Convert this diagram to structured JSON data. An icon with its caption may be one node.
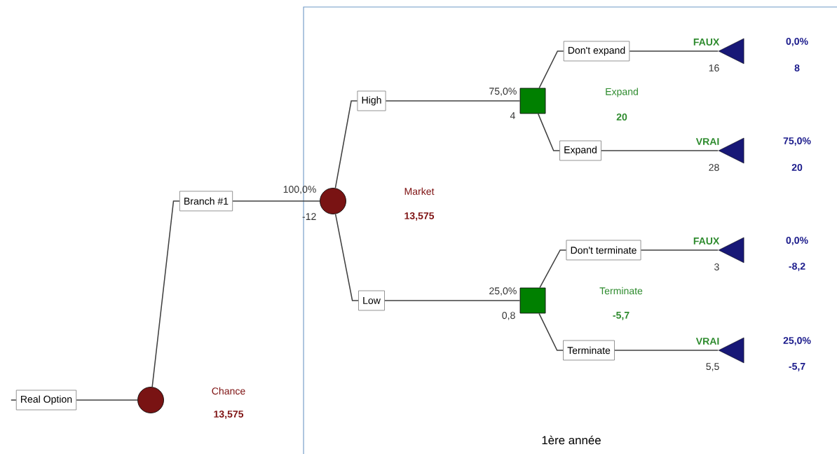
{
  "diagram": {
    "nodes": [
      {
        "text": [
          "Real Option"
        ]
      },
      {
        "text": [],
        "shape": "circle",
        "beside": [
          "Chance",
          "13,575"
        ]
      },
      {
        "text": [
          "Branch #1"
        ]
      },
      {
        "text": [
          "1ère année"
        ]
      },
      {
        "text": [],
        "shape": "circle",
        "beside": [
          "100,0%",
          "-12",
          "Market",
          "13,575"
        ],
        "in": 3
      },
      {
        "text": [
          "High"
        ],
        "in": 3
      },
      {
        "text": [
          "Low"
        ],
        "in": 3
      },
      {
        "text": [],
        "shape": "box",
        "beside": [
          "75,0%",
          "4",
          "Expand",
          "20"
        ],
        "in": 3
      },
      {
        "text": [],
        "shape": "box",
        "beside": [
          "25,0%",
          "0,8",
          "Terminate",
          "-5,7"
        ],
        "in": 3
      },
      {
        "text": [
          "Don't expand"
        ],
        "in": 3
      },
      {
        "text": [
          "Expand"
        ],
        "in": 3
      },
      {
        "text": [
          "Don't terminate"
        ],
        "in": 3
      },
      {
        "text": [
          "Terminate"
        ],
        "in": 3
      },
      {
        "text": [],
        "shape": "triangle",
        "beside": [
          "FAUX",
          "16",
          "0,0%",
          "8"
        ],
        "in": 3
      },
      {
        "text": [],
        "shape": "triangle",
        "beside": [
          "VRAI",
          "28",
          "75,0%",
          "20"
        ],
        "in": 3
      },
      {
        "text": [],
        "shape": "triangle",
        "beside": [
          "FAUX",
          "3",
          "0,0%",
          "-8,2"
        ],
        "in": 3
      },
      {
        "text": [],
        "shape": "triangle",
        "beside": [
          "VRAI",
          "5,5",
          "25,0%",
          "-5,7"
        ],
        "in": 3
      }
    ],
    "edges": [
      {
        "from": null,
        "to": 0,
        "arrow": "none"
      },
      {
        "from": 0,
        "to": 1,
        "arrow": "none"
      },
      {
        "from": 1,
        "to": 2,
        "arrow": "none"
      },
      {
        "from": 2,
        "to": 4,
        "arrow": "none"
      },
      {
        "from": 4,
        "to": 5,
        "arrow": "none"
      },
      {
        "from": 4,
        "to": 6,
        "arrow": "none"
      },
      {
        "from": 5,
        "to": 7,
        "arrow": "none"
      },
      {
        "from": 6,
        "to": 8,
        "arrow": "none"
      },
      {
        "from": 7,
        "to": 9,
        "arrow": "none"
      },
      {
        "from": 7,
        "to": 10,
        "arrow": "none"
      },
      {
        "from": 8,
        "to": 11,
        "arrow": "none"
      },
      {
        "from": 8,
        "to": 12,
        "arrow": "none"
      },
      {
        "from": 9,
        "to": 13,
        "arrow": "none"
      },
      {
        "from": 10,
        "to": 14,
        "arrow": "none"
      },
      {
        "from": 11,
        "to": 15,
        "arrow": "none"
      },
      {
        "from": 12,
        "to": 16,
        "arrow": "none"
      }
    ]
  }
}
